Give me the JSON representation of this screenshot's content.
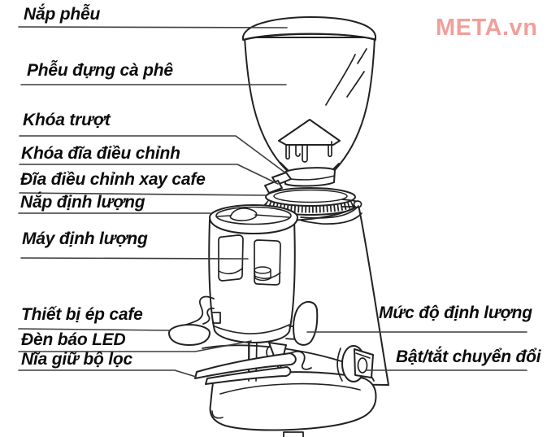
{
  "watermark": {
    "text": "META.vn",
    "color": "#f0a09b"
  },
  "diagram": {
    "device": "coffee-grinder-parts-diagram",
    "labels": [
      {
        "id": "hopper-lid",
        "text": "Nắp phễu"
      },
      {
        "id": "bean-hopper",
        "text": "Phễu đựng cà phê"
      },
      {
        "id": "slide-lock",
        "text": "Khóa trượt"
      },
      {
        "id": "adjustment-disc-lock",
        "text": "Khóa đĩa điều chỉnh"
      },
      {
        "id": "grind-adjustment-disc",
        "text": "Đĩa điều chỉnh xay cafe"
      },
      {
        "id": "doser-lid",
        "text": "Nắp định lượng"
      },
      {
        "id": "doser-unit",
        "text": "Máy định lượng"
      },
      {
        "id": "coffee-press",
        "text": "Thiết bị ép cafe"
      },
      {
        "id": "led-indicator",
        "text": "Đèn báo LED"
      },
      {
        "id": "portafilter-fork",
        "text": "Nĩa giữ bộ lọc"
      },
      {
        "id": "dose-level",
        "text": "Mức độ định lượng"
      },
      {
        "id": "power-toggle",
        "text": "Bật/tắt chuyển đổi"
      }
    ]
  },
  "colors": {
    "ink": "#1f1f1f",
    "leader": "#3c3c3c",
    "background": "#ffffff"
  }
}
